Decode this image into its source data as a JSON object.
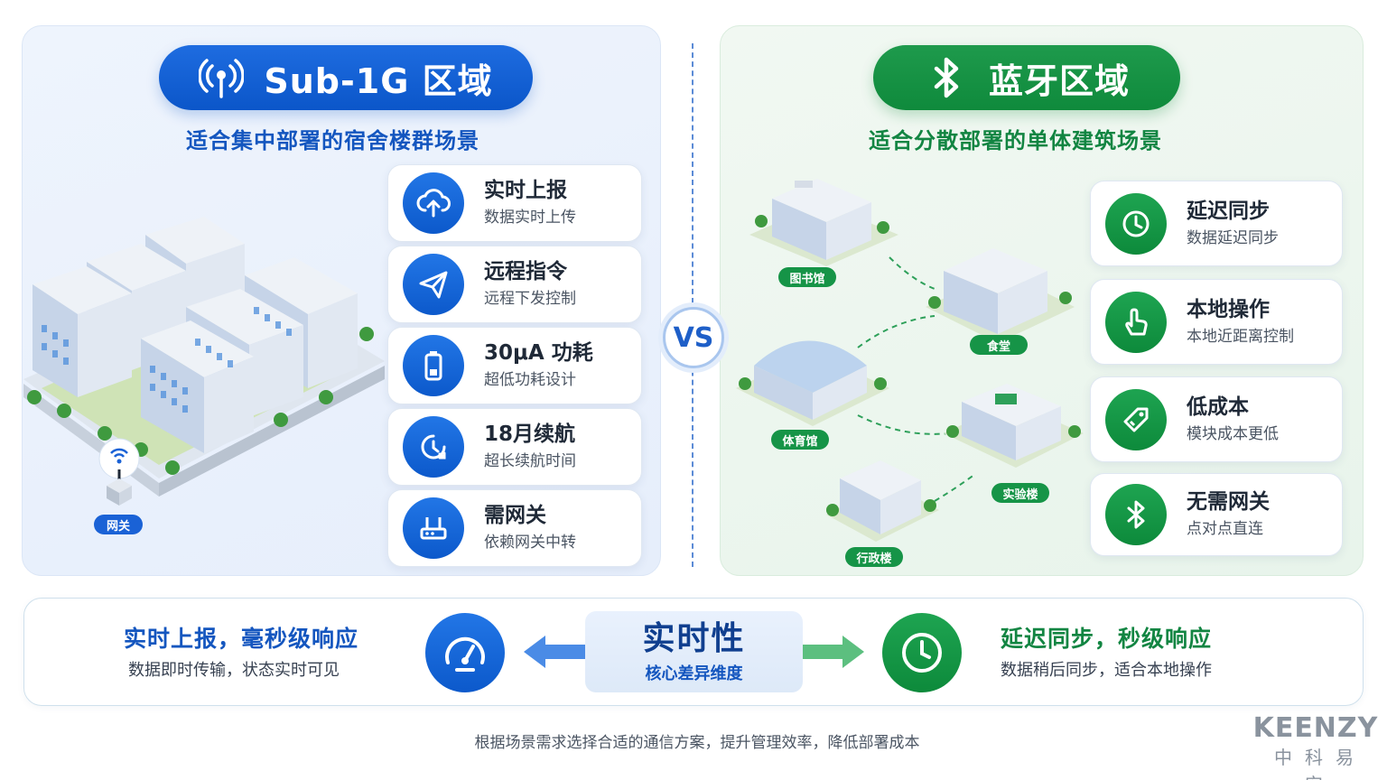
{
  "left": {
    "title": "Sub-1G 区域",
    "subtitle": "适合集中部署的宿舍楼群场景",
    "gateway_label": "网关",
    "features": [
      {
        "title": "实时上报",
        "desc": "数据实时上传",
        "icon": "cloud-upload-icon"
      },
      {
        "title": "远程指令",
        "desc": "远程下发控制",
        "icon": "paper-plane-icon"
      },
      {
        "title": "30μA 功耗",
        "desc": "超低功耗设计",
        "icon": "battery-icon"
      },
      {
        "title": "18月续航",
        "desc": "超长续航时间",
        "icon": "clock-refresh-icon"
      },
      {
        "title": "需网关",
        "desc": "依赖网关中转",
        "icon": "router-icon"
      }
    ]
  },
  "vs_label": "VS",
  "right": {
    "title": "蓝牙区域",
    "subtitle": "适合分散部署的单体建筑场景",
    "buildings": [
      "图书馆",
      "食堂",
      "体育馆",
      "实验楼",
      "行政楼"
    ],
    "features": [
      {
        "title": "延迟同步",
        "desc": "数据延迟同步",
        "icon": "clock-icon"
      },
      {
        "title": "本地操作",
        "desc": "本地近距离控制",
        "icon": "hand-pointer-icon"
      },
      {
        "title": "低成本",
        "desc": "模块成本更低",
        "icon": "price-tag-icon"
      },
      {
        "title": "无需网关",
        "desc": "点对点直连",
        "icon": "bluetooth-icon"
      }
    ]
  },
  "bottom": {
    "left_title": "实时上报，毫秒级响应",
    "left_desc": "数据即时传输，状态实时可见",
    "center_title": "实时性",
    "center_sub": "核心差异维度",
    "right_title": "延迟同步，秒级响应",
    "right_desc": "数据稍后同步，适合本地操作"
  },
  "footer": "根据场景需求选择合适的通信方案，提升管理效率，降低部署成本",
  "brand": {
    "en": "KEENZY",
    "cn": "中科易安"
  },
  "colors": {
    "blue": "#0c59cb",
    "green": "#0f8a3c",
    "brand_gray": "#8a939e"
  }
}
